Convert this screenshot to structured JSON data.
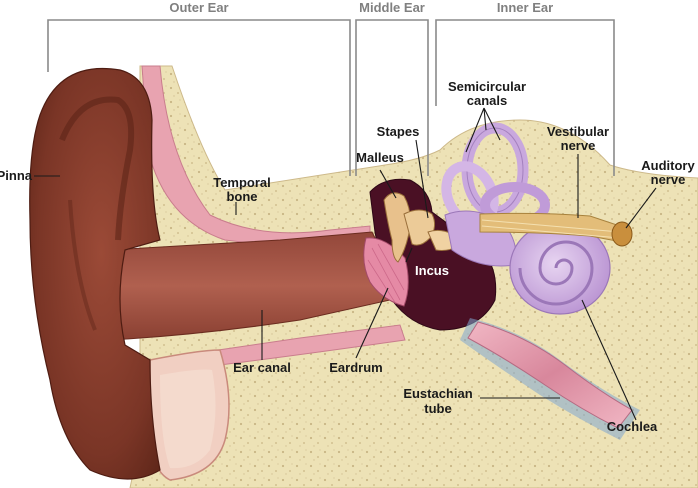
{
  "sections": {
    "outer": "Outer Ear",
    "middle": "Middle Ear",
    "inner": "Inner Ear"
  },
  "labels": {
    "pinna": "Pinna",
    "temporal_bone_1": "Temporal",
    "temporal_bone_2": "bone",
    "malleus": "Malleus",
    "stapes": "Stapes",
    "incus": "Incus",
    "semicircular_1": "Semicircular",
    "semicircular_2": "canals",
    "vestibular_1": "Vestibular",
    "vestibular_2": "nerve",
    "auditory_1": "Auditory",
    "auditory_2": "nerve",
    "ear_canal": "Ear canal",
    "eardrum": "Eardrum",
    "eustachian_1": "Eustachian",
    "eustachian_2": "tube",
    "cochlea": "Cochlea"
  },
  "colors": {
    "bone": "#ede2b6",
    "skin": "#8a3f2e",
    "canal": "#a9584a",
    "membrane": "#e7a0ad",
    "cavity": "#4a1024",
    "ossicles": "#e8c18c",
    "labyrinth": "#c9a8de",
    "nerve": "#e3bd79"
  }
}
